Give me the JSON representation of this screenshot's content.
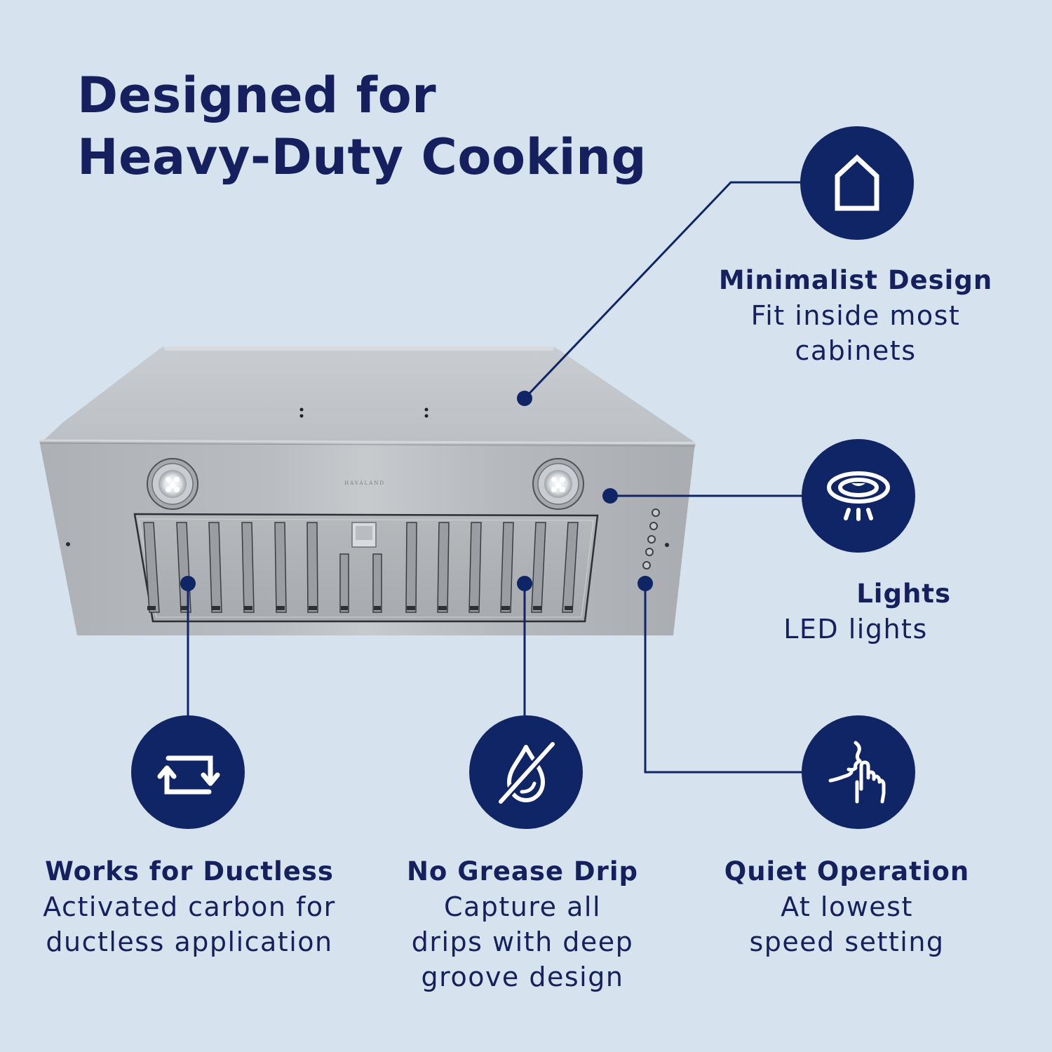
{
  "headline": {
    "line1": "Designed for",
    "line2": "Heavy-Duty Cooking"
  },
  "product": {
    "name": "Insert range hood",
    "brand_mark": "HAVALAND",
    "led_light_count": 2,
    "control_button_count": 5
  },
  "features": [
    {
      "id": "minimalist",
      "icon": "house-outline-icon",
      "title": "Minimalist Design",
      "desc": "Fit inside most\ncabinets"
    },
    {
      "id": "lights",
      "icon": "ceiling-light-icon",
      "title": "Lights",
      "desc": "LED lights"
    },
    {
      "id": "ductless",
      "icon": "recirculate-arrows-icon",
      "title": "Works for Ductless",
      "desc": "Activated carbon for\nductless application"
    },
    {
      "id": "grease",
      "icon": "no-drip-icon",
      "title": "No Grease Drip",
      "desc": "Capture all\ndrips with deep\ngroove design"
    },
    {
      "id": "quiet",
      "icon": "shush-gesture-icon",
      "title": "Quiet Operation",
      "desc": "At lowest\nspeed setting"
    }
  ],
  "colors": {
    "background": "#d6e3ee",
    "navy": "#0f2566",
    "text": "#16205e",
    "steel": "#b9bcc0"
  }
}
